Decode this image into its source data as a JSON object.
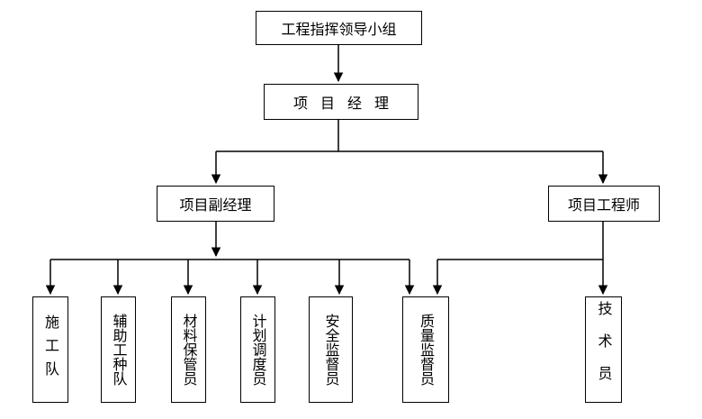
{
  "top": {
    "label": "工程指挥领导小组"
  },
  "manager": {
    "label": "项目经理"
  },
  "deputy": {
    "label": "项目副经理"
  },
  "engineer": {
    "label": "项目工程师"
  },
  "teams": {
    "construction": "施工队",
    "auxiliary": "辅助工种队",
    "materials": "材料保管员",
    "planning": "计划调度员",
    "safety": "安全监督员",
    "quality": "质量监督员",
    "technician": "技术员"
  }
}
